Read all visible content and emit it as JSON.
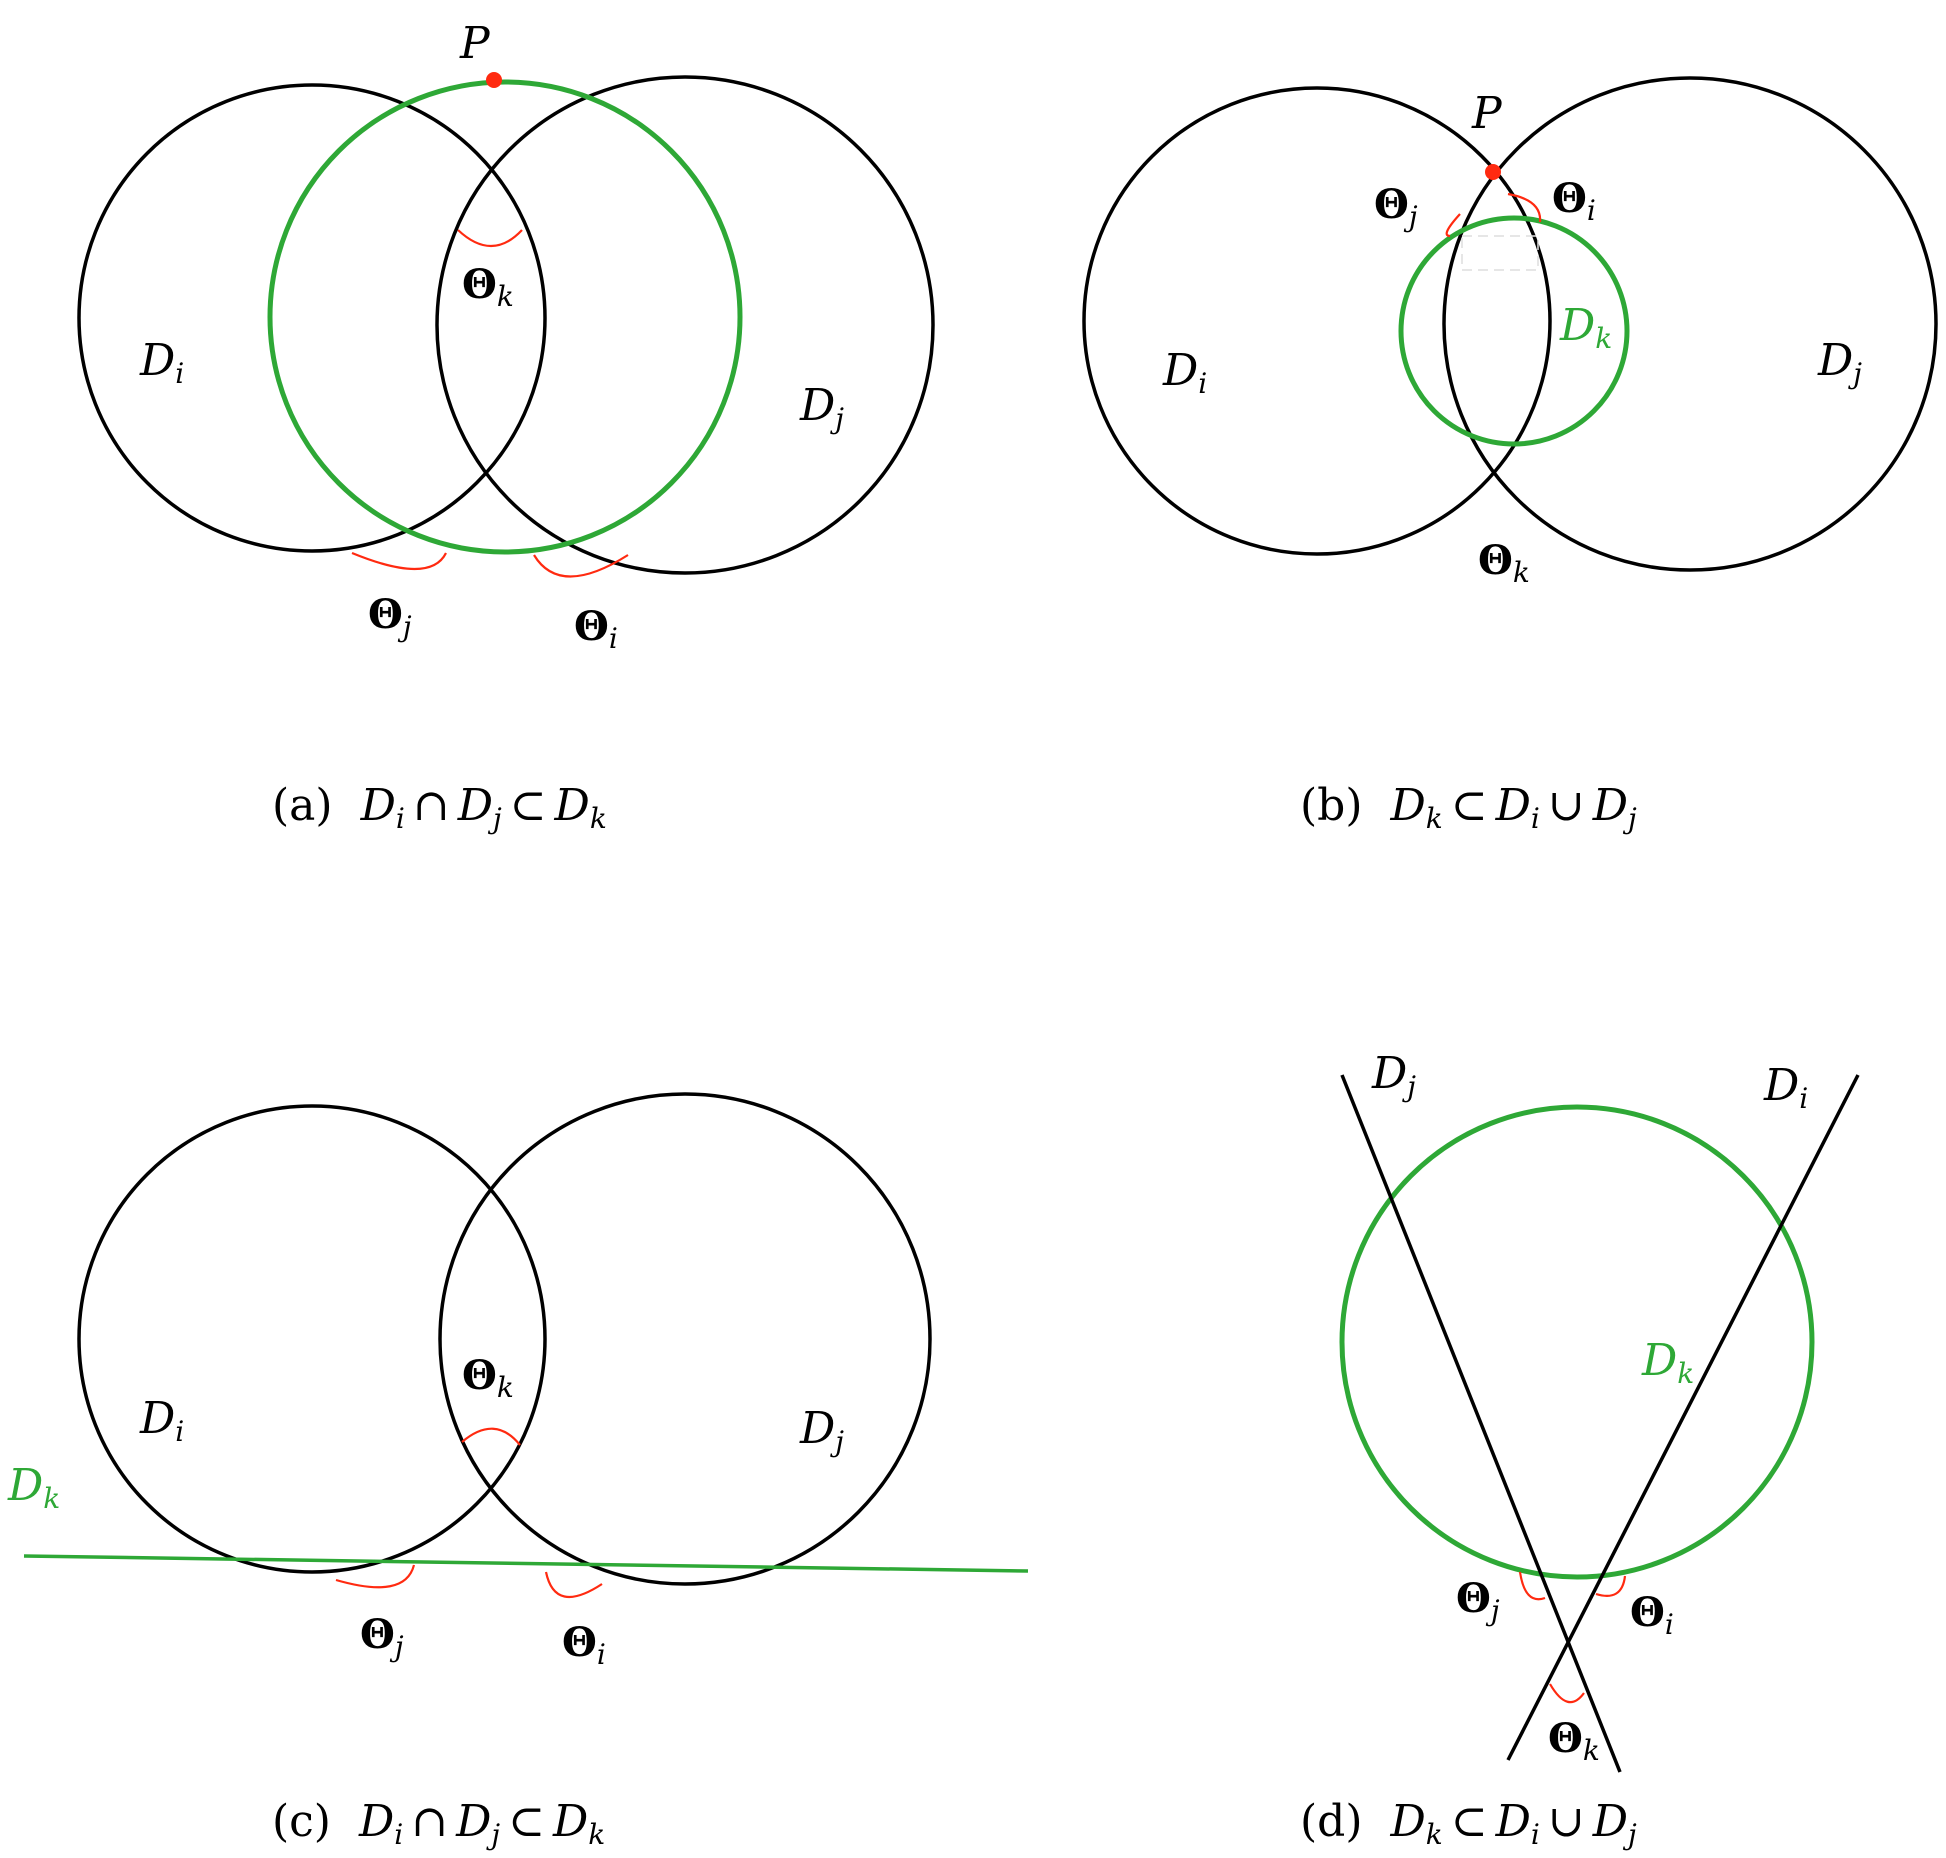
{
  "panels": {
    "a": {
      "caption": {
        "tag": "(a)",
        "lhs": "D",
        "lhs_sub": "i",
        "op1": "∩",
        "mid": "D",
        "mid_sub": "j",
        "op2": "⊂",
        "rhs": "D",
        "rhs_sub": "k"
      },
      "point_label": "P",
      "region_i": {
        "base": "D",
        "sub": "i"
      },
      "region_j": {
        "base": "D",
        "sub": "j"
      },
      "theta_k": {
        "base": "Θ",
        "sub": "k"
      },
      "theta_j": {
        "base": "Θ",
        "sub": "j"
      },
      "theta_i": {
        "base": "Θ",
        "sub": "i"
      }
    },
    "b": {
      "caption": {
        "tag": "(b)",
        "lhs": "D",
        "lhs_sub": "k",
        "op1": "⊂",
        "mid": "D",
        "mid_sub": "i",
        "op2": "∪",
        "rhs": "D",
        "rhs_sub": "j"
      },
      "point_label": "P",
      "region_i": {
        "base": "D",
        "sub": "i"
      },
      "region_j": {
        "base": "D",
        "sub": "j"
      },
      "region_k": {
        "base": "D",
        "sub": "k"
      },
      "theta_j": {
        "base": "Θ",
        "sub": "j"
      },
      "theta_i": {
        "base": "Θ",
        "sub": "i"
      },
      "theta_k": {
        "base": "Θ",
        "sub": "k"
      }
    },
    "c": {
      "caption": {
        "tag": "(c)",
        "lhs": "D",
        "lhs_sub": "i",
        "op1": "∩",
        "mid": "D",
        "mid_sub": "j",
        "op2": "⊂",
        "rhs": "D",
        "rhs_sub": "k"
      },
      "region_i": {
        "base": "D",
        "sub": "i"
      },
      "region_j": {
        "base": "D",
        "sub": "j"
      },
      "region_k": {
        "base": "D",
        "sub": "k"
      },
      "theta_k": {
        "base": "Θ",
        "sub": "k"
      },
      "theta_j": {
        "base": "Θ",
        "sub": "j"
      },
      "theta_i": {
        "base": "Θ",
        "sub": "i"
      }
    },
    "d": {
      "caption": {
        "tag": "(d)",
        "lhs": "D",
        "lhs_sub": "k",
        "op1": "⊂",
        "mid": "D",
        "mid_sub": "i",
        "op2": "∪",
        "rhs": "D",
        "rhs_sub": "j"
      },
      "line_j": {
        "base": "D",
        "sub": "j"
      },
      "line_i": {
        "base": "D",
        "sub": "i"
      },
      "region_k": {
        "base": "D",
        "sub": "k"
      },
      "theta_j": {
        "base": "Θ",
        "sub": "j"
      },
      "theta_i": {
        "base": "Θ",
        "sub": "i"
      },
      "theta_k": {
        "base": "Θ",
        "sub": "k"
      }
    }
  },
  "colors": {
    "black": "#000000",
    "green": "#2ea836",
    "red": "#ff2a10"
  }
}
